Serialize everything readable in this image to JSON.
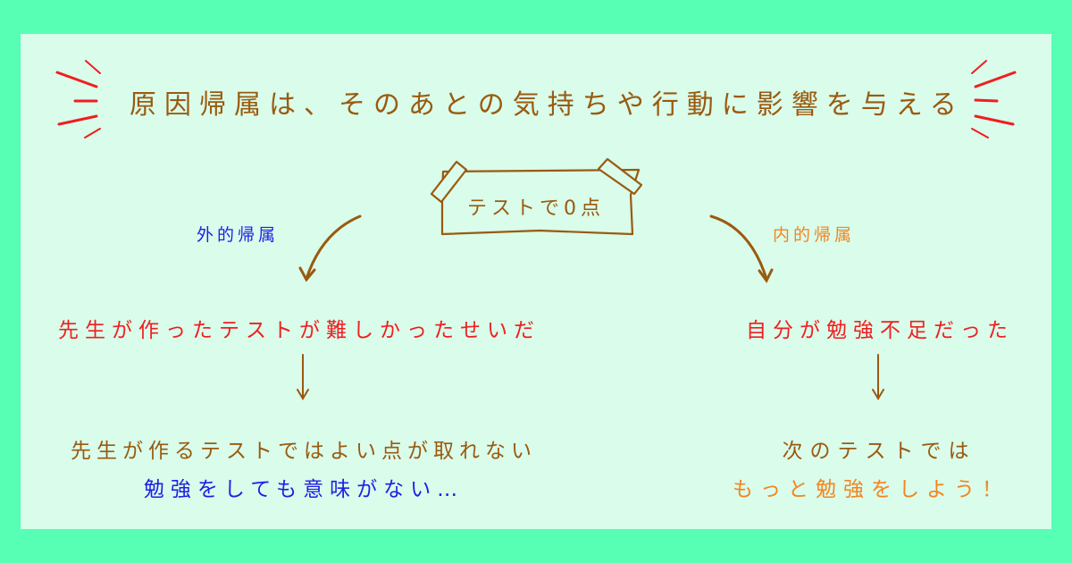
{
  "colors": {
    "background": "#56FFB4",
    "panel": "#D9FCEB",
    "brown": "#9A5A0E",
    "red": "#F01E1E",
    "blue": "#1E1EE6",
    "orange": "#F5841E"
  },
  "title": "原因帰属は、そのあとの気持ちや行動に影響を与える",
  "event_box": {
    "label": "テストで0点"
  },
  "external": {
    "label": "外的帰属",
    "cause": "先生が作ったテストが難しかったせいだ",
    "result_line1": "先生が作るテストではよい点が取れない",
    "result_line2": "勉強をしても意味がない…"
  },
  "internal": {
    "label": "内的帰属",
    "cause": "自分が勉強不足だった",
    "result_line1": "次のテストでは",
    "result_line2": "もっと勉強をしよう！"
  },
  "icons": {
    "left_burst": "emphasis-lines-icon",
    "right_burst": "emphasis-lines-icon",
    "arrows": "arrow-down-icon"
  }
}
